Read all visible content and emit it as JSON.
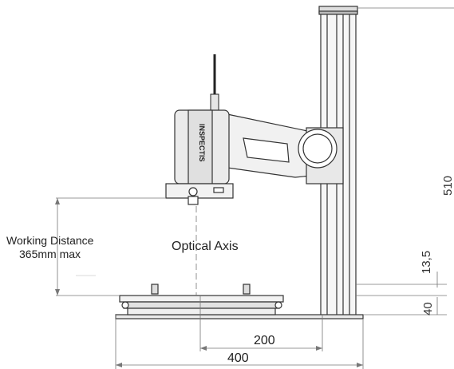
{
  "drawing": {
    "brand": "INSPECTIS",
    "labels": {
      "working_distance_line1": "Working Distance",
      "working_distance_line2": "365mm max",
      "optical_axis": "Optical Axis"
    },
    "dimensions": {
      "height_total": "510",
      "gap_small": "13,5",
      "base_offset": "40",
      "horizontal_inner": "200",
      "horizontal_outer": "400"
    }
  }
}
